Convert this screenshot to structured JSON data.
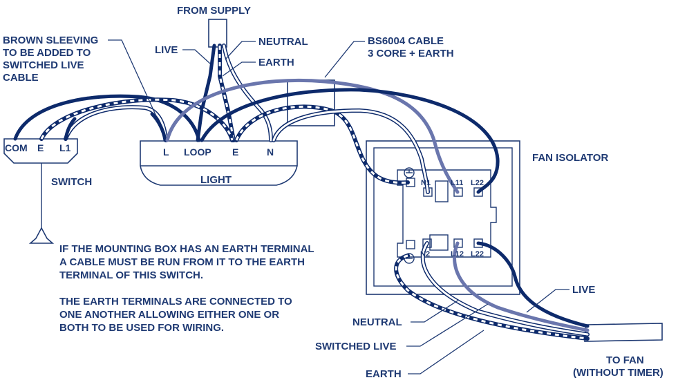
{
  "colors": {
    "ink": "#1f3a73",
    "dark_wire": "#0d2a6b",
    "light_wire": "#6a76ad",
    "white_wire": "#ffffff",
    "background": "#ffffff"
  },
  "labels": {
    "from_supply": "FROM SUPPLY",
    "live_top": "LIVE",
    "neutral_top": "NEUTRAL",
    "earth_top": "EARTH",
    "brown_sleeving": [
      "BROWN SLEEVING",
      "TO BE ADDED TO",
      "SWITCHED LIVE",
      "CABLE"
    ],
    "bs_cable": [
      "BS6004 CABLE",
      "3 CORE + EARTH"
    ],
    "fan_isolator": "FAN ISOLATOR",
    "switch": "SWITCH",
    "light": "LIGHT",
    "live_right": "LIVE",
    "neutral_bottom": "NEUTRAL",
    "switched_live": "SWITCHED LIVE",
    "earth_bottom": "EARTH",
    "to_fan": [
      "TO FAN",
      "(WITHOUT TIMER)"
    ]
  },
  "switch_terminals": [
    "COM",
    "E",
    "L1"
  ],
  "light_terminals": [
    "L",
    "LOOP",
    "E",
    "N"
  ],
  "isolator_terminals": {
    "top": [
      "N1",
      "L11",
      "L22"
    ],
    "bottom": [
      "N2",
      "L12",
      "L22"
    ]
  },
  "notes": {
    "paragraph_1": [
      "IF THE MOUNTING BOX HAS AN EARTH TERMINAL",
      "A CABLE MUST BE RUN FROM IT TO THE EARTH",
      "TERMINAL OF THIS SWITCH."
    ],
    "paragraph_2": [
      "THE EARTH TERMINALS ARE CONNECTED TO",
      "ONE ANOTHER ALLOWING EITHER ONE OR",
      "BOTH TO BE USED FOR WIRING."
    ]
  }
}
